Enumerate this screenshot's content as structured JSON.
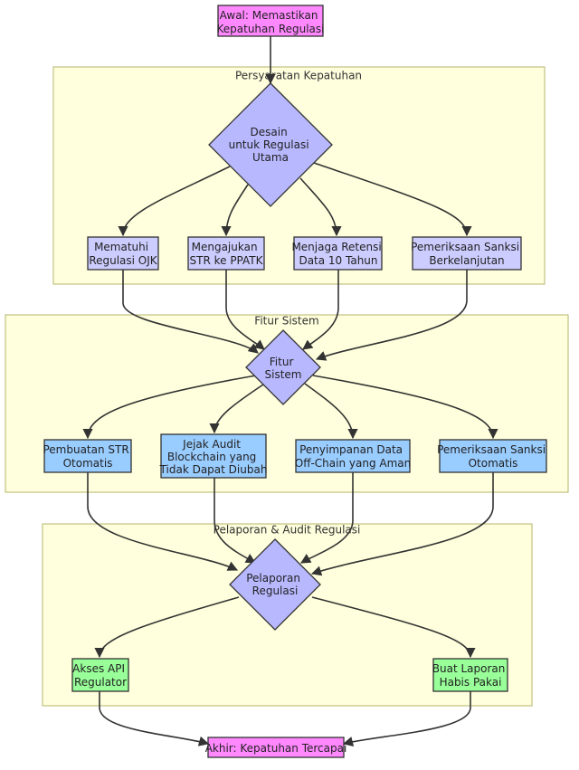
{
  "clusters": {
    "compliance": {
      "title": "Persyaratan Kepatuhan"
    },
    "features": {
      "title": "Fitur Sistem"
    },
    "reporting": {
      "title": "Pelaporan & Audit Regulasi"
    }
  },
  "nodes": {
    "start": {
      "lines": [
        "Awal: Memastikan",
        "Kepatuhan Regulasi"
      ]
    },
    "design": {
      "lines": [
        "Desain",
        "untuk Regulasi",
        "Utama"
      ]
    },
    "ojk": {
      "lines": [
        "Mematuhi",
        "Regulasi OJK"
      ]
    },
    "str_ppatk": {
      "lines": [
        "Mengajukan",
        "STR ke PPATK"
      ]
    },
    "retention": {
      "lines": [
        "Menjaga Retensi",
        "Data 10 Tahun"
      ]
    },
    "sanction_check": {
      "lines": [
        "Pemeriksaan Sanksi",
        "Berkelanjutan"
      ]
    },
    "features_hub": {
      "lines": [
        "Fitur",
        "Sistem"
      ]
    },
    "auto_str": {
      "lines": [
        "Pembuatan STR",
        "Otomatis"
      ]
    },
    "audit_trail": {
      "lines": [
        "Jejak Audit",
        "Blockchain yang",
        "Tidak Dapat Diubah"
      ]
    },
    "offchain": {
      "lines": [
        "Penyimpanan Data",
        "Off-Chain yang Aman"
      ]
    },
    "auto_sanction": {
      "lines": [
        "Pemeriksaan Sanksi",
        "Otomatis"
      ]
    },
    "reporting_hub": {
      "lines": [
        "Pelaporan",
        "Regulasi"
      ]
    },
    "api_access": {
      "lines": [
        "Akses API",
        "Regulator"
      ]
    },
    "disposable_report": {
      "lines": [
        "Buat Laporan",
        "Habis Pakai"
      ]
    },
    "end": {
      "lines": [
        "Akhir: Kepatuhan Tercapai"
      ]
    }
  },
  "colors": {
    "terminal": "#ff88ff",
    "requirement": "#ccccff",
    "decision": "#b8b8ff",
    "feature": "#99ccff",
    "output": "#99ff99",
    "cluster_fill": "#ffffdd",
    "cluster_stroke": "#b5b56a",
    "edge": "#333333"
  }
}
